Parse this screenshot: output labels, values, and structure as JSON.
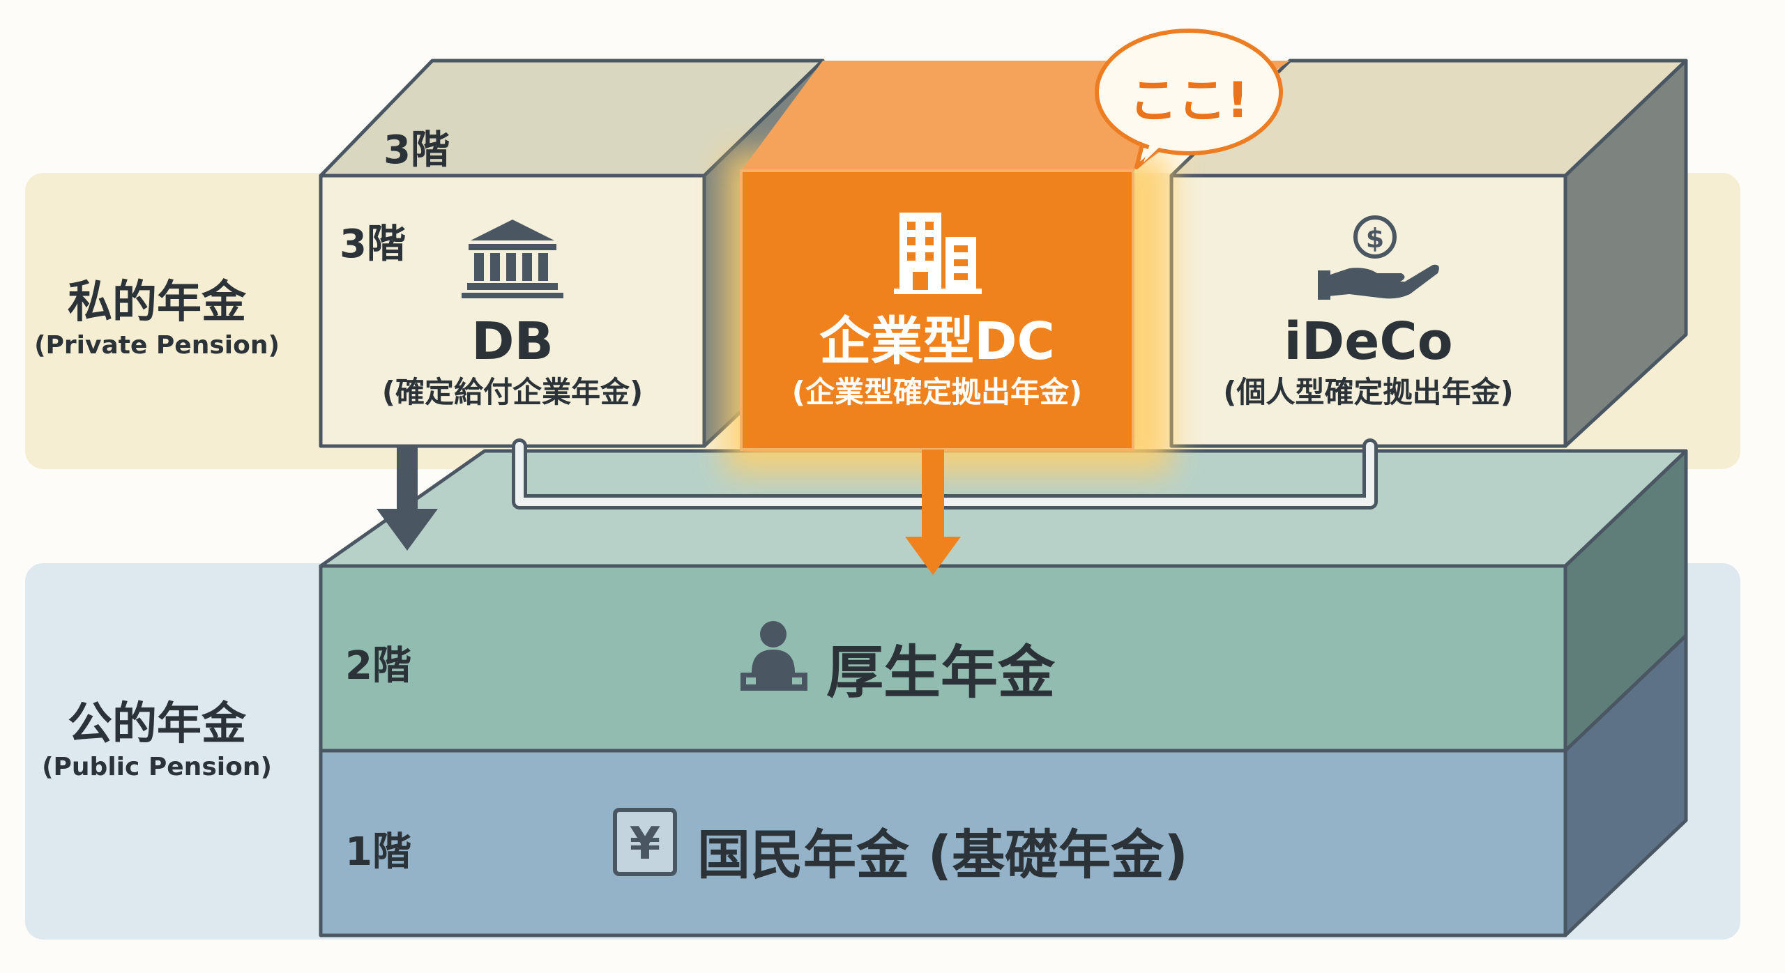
{
  "categories": {
    "private": {
      "jp": "私的年金",
      "en": "(Private Pension)"
    },
    "public": {
      "jp": "公的年金",
      "en": "(Public Pension)"
    }
  },
  "floors": {
    "third_top": "3階",
    "third": "3階",
    "second": "2階",
    "first": "1階"
  },
  "boxes": {
    "db": {
      "title": "DB",
      "subtitle": "(確定給付企業年金)",
      "icon": "bank-icon"
    },
    "dc": {
      "title": "企業型DC",
      "subtitle": "(企業型確定拠出年金)",
      "icon": "office-building-icon",
      "highlight_color": "#f0821e"
    },
    "ideco": {
      "title": "iDeCo",
      "subtitle": "(個人型確定拠出年金)",
      "icon": "money-hand-icon"
    }
  },
  "callout": {
    "text": "ここ!"
  },
  "tiers": {
    "kosei": {
      "label": "厚生年金",
      "icon": "person-at-desk-icon"
    },
    "kokumin": {
      "label": "国民年金 (基礎年金)",
      "icon": "yen-icon"
    }
  },
  "colors": {
    "private_band": "#f6eed2",
    "public_band": "#dde9ef",
    "box_front": "#f5f0dc",
    "dc_orange": "#f0821e",
    "tier2": "#93bcb0",
    "tier1": "#95b3c8",
    "outline": "#4a5763"
  }
}
